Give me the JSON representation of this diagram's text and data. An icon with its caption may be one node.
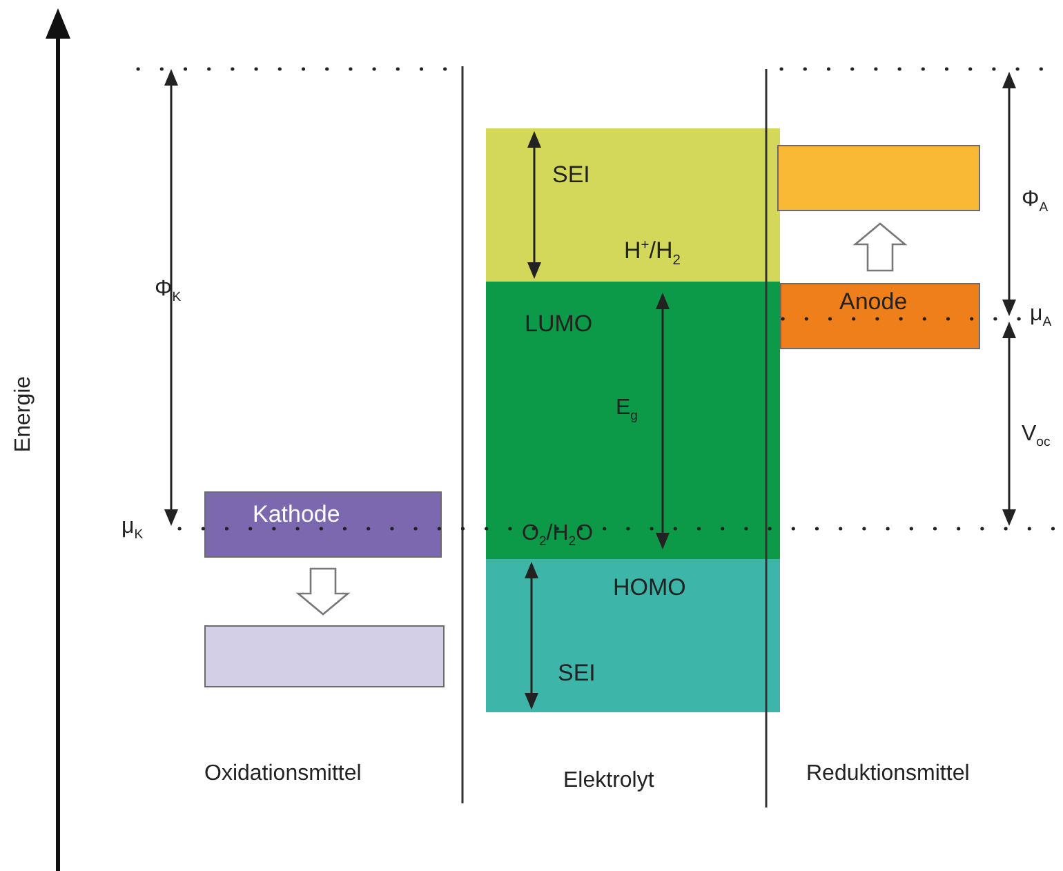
{
  "diagram": {
    "nodes": [
      {
        "text": [
          "SEI",
          "H$^{+}$/H$_{2}$"
        ]
      },
      {
        "text": [
          "LUMO",
          "E$_{g}$",
          "O$_{2}$/H$_{2}$O"
        ]
      },
      {
        "text": [
          "HOMO",
          "SEI"
        ]
      },
      {
        "text": [
          "Kathode"
        ]
      },
      {
        "text": [],
        "shape": "box"
      },
      {
        "text": [],
        "shape": "box"
      },
      {
        "text": [
          "Anode"
        ]
      }
    ],
    "edges": [
      {
        "from": 3,
        "to": 4,
        "arrow": "to"
      },
      {
        "from": 6,
        "to": 5,
        "arrow": "to"
      }
    ],
    "labels": [
      "Energie",
      "Φ$_{K}$",
      "μ$_{K}$",
      "Φ$_{A}$",
      "μ$_{A}$",
      "V$_{oc}$",
      "Oxidationsmittel",
      "Elektrolyt",
      "Reduktionsmittel"
    ]
  }
}
